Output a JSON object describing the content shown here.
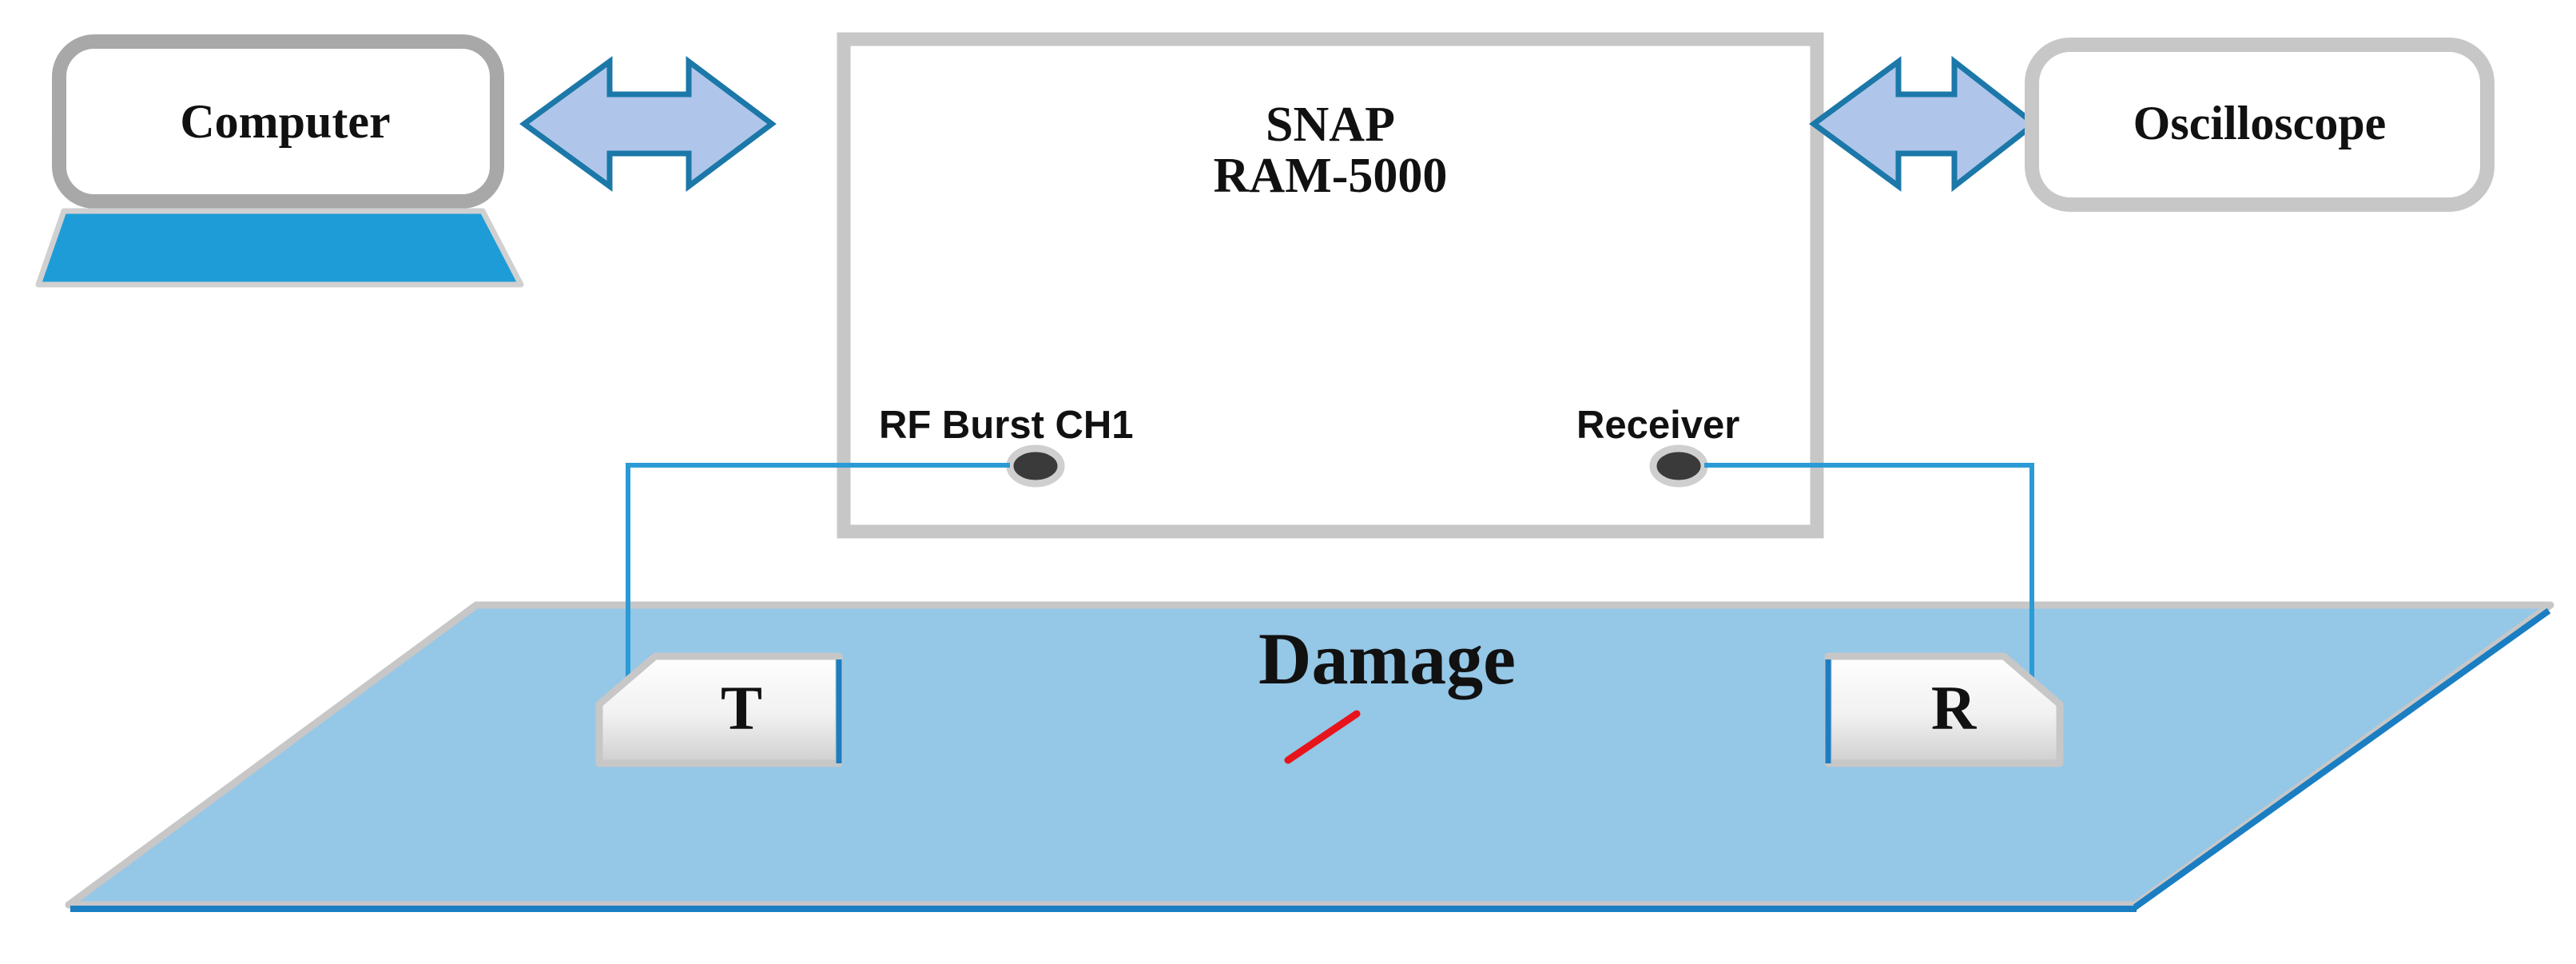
{
  "computer": {
    "label": "Computer"
  },
  "oscilloscope": {
    "label": "Oscilloscope"
  },
  "snap": {
    "line1": "SNAP",
    "line2": "RAM-5000"
  },
  "ports": {
    "transmit": "RF Burst CH1",
    "receive": "Receiver"
  },
  "plate": {
    "damage_label": "Damage"
  },
  "transducers": {
    "transmitter": "T",
    "receiver": "R"
  },
  "colors": {
    "plate_fill": "#95C7E7",
    "plate_edge": "#1B7EC2",
    "frame_gray": "#C7C7C7",
    "laptop_base": "#1E9CD7",
    "arrow_fill": "#AFC6EA",
    "arrow_stroke": "#1B78A8",
    "wire": "#2A9BD6",
    "damage_mark": "#E8141B"
  }
}
